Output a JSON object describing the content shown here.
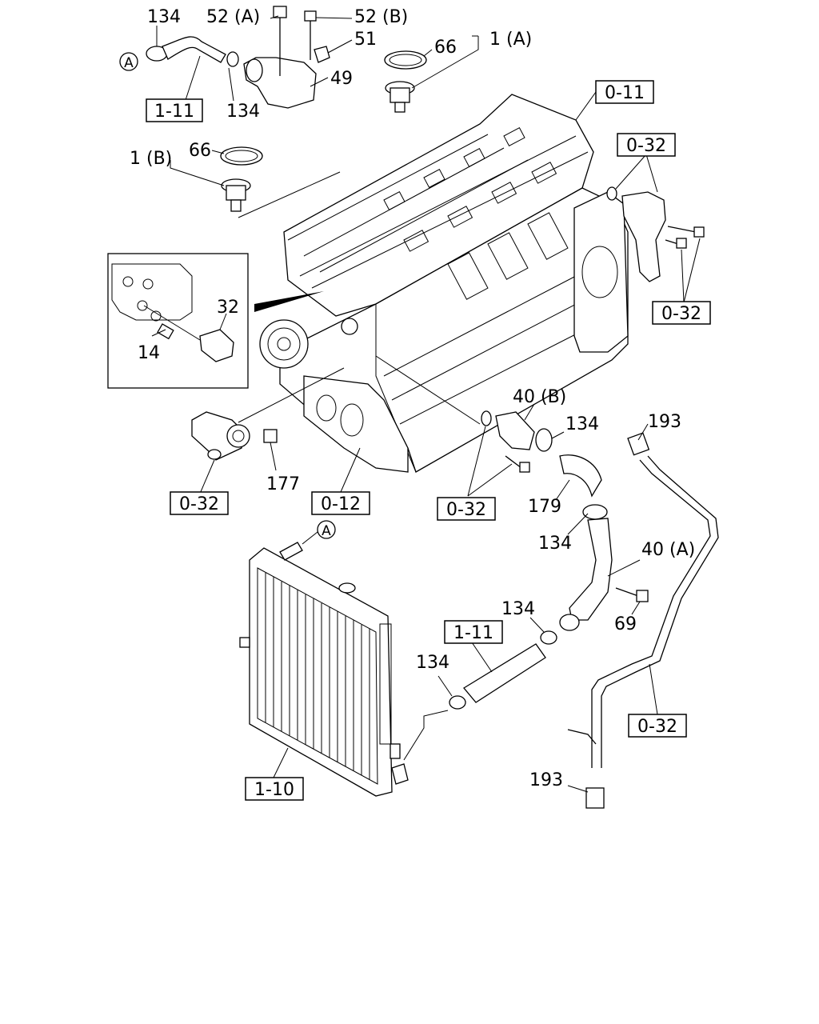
{
  "labels": {
    "hose_clamp_top": "134",
    "bolt_52a": "52 (A)",
    "bolt_52b": "52 (B)",
    "bracket_51": "51",
    "gasket_66_a": "66",
    "group_1a": "1 (A)",
    "outlet_pipe_49": "49",
    "clamp_134_b": "134",
    "gasket_66_b": "66",
    "group_1b": "1 (B)",
    "plug_32": "32",
    "bolt_14": "14",
    "plug_177": "177",
    "pipe_40b": "40 (B)",
    "clamp_134_c": "134",
    "seal_193_top": "193",
    "hose_179": "179",
    "clamp_134_d": "134",
    "pipe_40a": "40 (A)",
    "clamp_134_e": "134",
    "bolt_69": "69",
    "clamp_134_f": "134",
    "seal_193_bottom": "193"
  },
  "refs": {
    "top_hose": "1-11",
    "head": "0-11",
    "thermo_housing_top": "0-32",
    "thermo_housing_bolts": "0-32",
    "left_water_outlet": "0-32",
    "block": "0-12",
    "pump_outlet": "0-32",
    "lower_hose": "1-11",
    "return_pipe": "0-32",
    "radiator": "1-10"
  },
  "markers": {
    "hose_end": "A",
    "radiator_inlet": "A"
  }
}
